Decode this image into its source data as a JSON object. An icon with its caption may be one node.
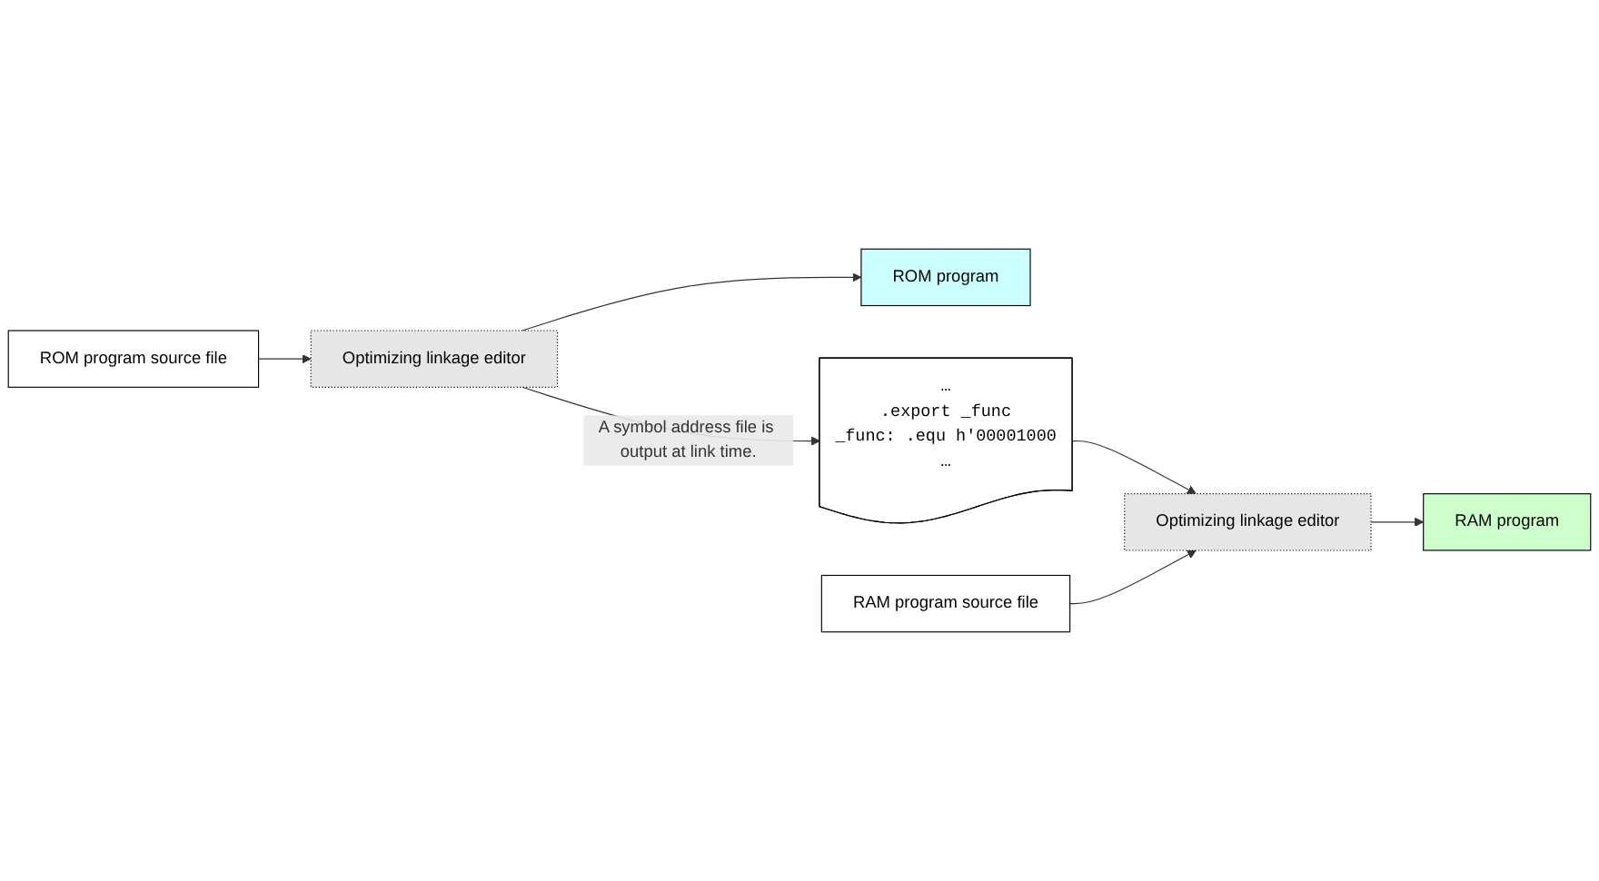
{
  "diagram": {
    "nodes": [
      {
        "text": [
          "ROM program source file"
        ]
      },
      {
        "text": [
          "Optimizing linkage editor"
        ]
      },
      {
        "text": [
          "ROM program"
        ]
      },
      {
        "text": [
          "…",
          ".export _func",
          "_func: .equ h'00001000",
          "…"
        ]
      },
      {
        "text": [
          "RAM program source file"
        ]
      },
      {
        "text": [
          "Optimizing linkage editor"
        ]
      },
      {
        "text": [
          "RAM program"
        ]
      }
    ],
    "edges": [
      {
        "from": 0,
        "to": 1,
        "arrow": "to"
      },
      {
        "from": 1,
        "to": 2,
        "arrow": "to"
      },
      {
        "from": 1,
        "to": 3,
        "arrow": "to",
        "label": "A symbol address file is output at link time."
      },
      {
        "from": 3,
        "to": 5,
        "arrow": "to"
      },
      {
        "from": 4,
        "to": 5,
        "arrow": "to"
      },
      {
        "from": 5,
        "to": 6,
        "arrow": "to"
      }
    ]
  }
}
